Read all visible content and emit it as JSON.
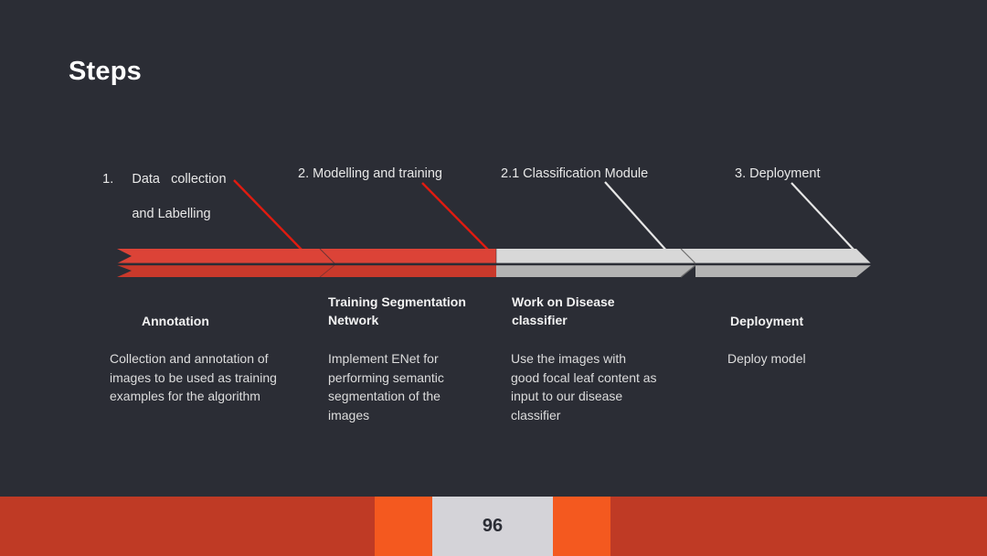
{
  "slide": {
    "title": "Steps",
    "background_color": "#2b2d35",
    "page_number": "96"
  },
  "top_labels": [
    {
      "text": "1.  Data   collection\n  and Labelling",
      "line1": "1.     Data   collection",
      "line2": "        and Labelling"
    },
    {
      "text": "2. Modelling and training"
    },
    {
      "text": "2.1 Classification Module"
    },
    {
      "text": "3. Deployment"
    }
  ],
  "steps": [
    {
      "heading": "Annotation",
      "body": "Collection and annotation of images to be used as training examples for the algorithm",
      "color": "#dc4337"
    },
    {
      "heading": "Training Segmentation Network",
      "body": "Implement ENet for performing semantic segmentation of the images",
      "color": "#dc4337"
    },
    {
      "heading": "Work on Disease classifier",
      "body": "Use the images with good focal leaf content as input to our disease classifier",
      "color": "#d6d6d6"
    },
    {
      "heading": "Deployment",
      "body": "Deploy model",
      "color": "#d6d6d6"
    }
  ],
  "colors": {
    "red_top": "#dc4337",
    "red_bottom": "#c9392b",
    "gray_top": "#d8d8d8",
    "gray_bottom": "#b3b3b3",
    "connector_red": "#e01b10",
    "connector_white": "#e6e6e6",
    "footer_dark_red": "#bf3a25",
    "footer_orange": "#f4591f",
    "footer_page_bg": "#d4d3d8",
    "title": "#ffffff"
  }
}
